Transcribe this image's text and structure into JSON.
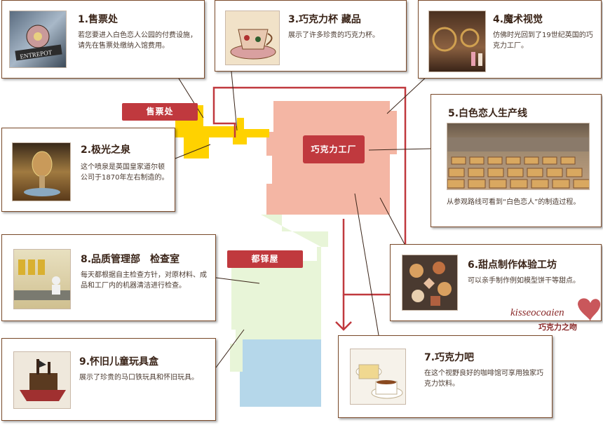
{
  "map": {
    "ticket_label": "售票处",
    "factory_label": "巧克力工厂",
    "post_label": "都铎屋"
  },
  "cards": [
    {
      "id": "c1",
      "title": "1.售票处",
      "desc": "若您要进入白色恋人公园的付费设施，请先在售票处缴纳入馆费用。",
      "photo": "entrepot-sign-icon"
    },
    {
      "id": "c2",
      "title": "2.极光之泉",
      "desc": "这个喷泉是英国皇家道尔顿公司于1870年左右制造的。",
      "photo": "fountain-icon"
    },
    {
      "id": "c3",
      "title": "3.巧克力杯 藏品",
      "desc": "展示了许多珍贵的巧克力杯。",
      "photo": "teacup-icon"
    },
    {
      "id": "c4",
      "title": "4.魔术视觉",
      "desc": "仿佛时光回到了19世纪英国的巧克力工厂。",
      "photo": "factory-scene-icon"
    },
    {
      "id": "c5",
      "title": "5.白色恋人生产线",
      "desc": "从参观路线可看到“白色恋人”的制造过程。",
      "photo": "production-line-icon"
    },
    {
      "id": "c6",
      "title": "6.甜点制作体验工坊",
      "desc": "可以亲手制作例如模型饼干等甜点。",
      "photo": "cookies-icon"
    },
    {
      "id": "c7",
      "title": "7.巧克力吧",
      "desc": "在这个视野良好的咖啡馆可享用独家巧克力饮料。",
      "photo": "coffee-cups-icon"
    },
    {
      "id": "c8",
      "title": "8.品质管理部　检查室",
      "desc": "每天都根据自主检查方针，对原材料、成品和工厂内的机器清洁进行检查。",
      "photo": "lab-icon"
    },
    {
      "id": "c9",
      "title": "9.怀旧儿童玩具盒",
      "desc": "展示了珍贵的马口铁玩具和怀旧玩具。",
      "photo": "toy-ship-icon"
    }
  ],
  "watermark": {
    "line1": "kisseocoaien",
    "line2": "巧克力之吻"
  }
}
